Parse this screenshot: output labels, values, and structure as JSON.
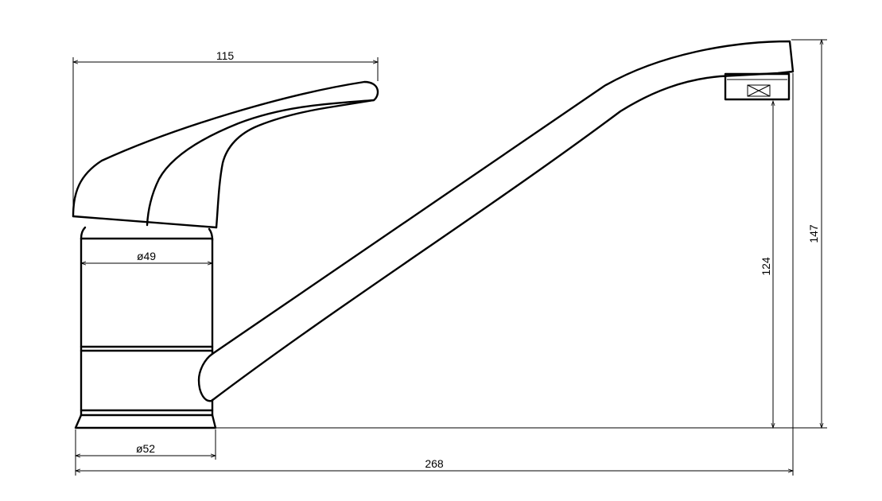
{
  "drawing": {
    "colors": {
      "stroke": "#000000",
      "background": "#ffffff"
    },
    "dimensions": {
      "handle_length": "115",
      "body_diameter": "ø49",
      "base_diameter": "ø52",
      "total_length": "268",
      "spout_height": "124",
      "total_height": "147"
    }
  }
}
